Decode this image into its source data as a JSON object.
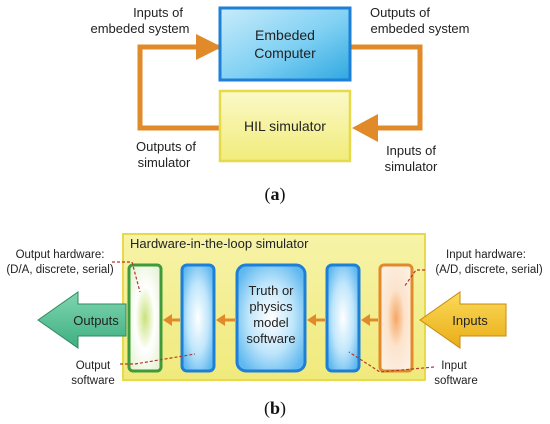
{
  "panel_a": {
    "embedded_computer": [
      "Embeded",
      "Computer"
    ],
    "hil_simulator": "HIL simulator",
    "inputs_embedded": [
      "Inputs of",
      "embeded system"
    ],
    "outputs_embedded": [
      "Outputs of",
      "embeded system"
    ],
    "outputs_simulator": [
      "Outputs of",
      "simulator"
    ],
    "inputs_simulator": [
      "Inputs of",
      "simulator"
    ],
    "caption": "(a)"
  },
  "panel_b": {
    "title": "Hardware-in-the-loop simulator",
    "output_hardware": [
      "Output hardware:",
      "(D/A, discrete, serial)"
    ],
    "input_hardware": [
      "Input hardware:",
      "(A/D, discrete, serial)"
    ],
    "model": [
      "Truth or",
      "physics",
      "model",
      "software"
    ],
    "outputs_arrow": "Outputs",
    "inputs_arrow": "Inputs",
    "output_software": [
      "Output",
      "software"
    ],
    "input_software": [
      "Input",
      "software"
    ],
    "caption": "(b)"
  },
  "colors": {
    "orange": "#e08a2a",
    "blue_border": "#1e7fd6",
    "yellow_fill": "#f6f29a",
    "green_border": "#3f9a3a",
    "arrow_green": "#5ec79a",
    "arrow_yellow": "#f2c232",
    "dash_red": "#b33a2a"
  }
}
